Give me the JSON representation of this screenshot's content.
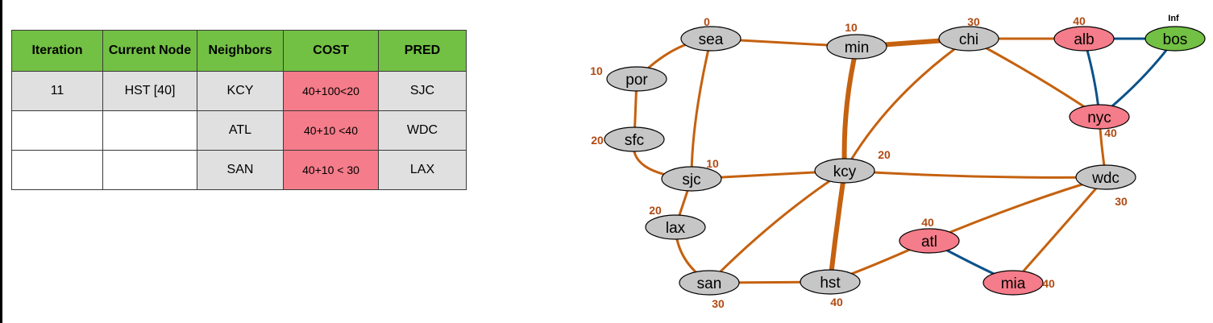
{
  "colors": {
    "header_green": "#72c044",
    "cell_gray": "#e0e0e0",
    "cost_red": "#f57c8a",
    "edge_orange": "#c5610f",
    "edge_blue": "#0b5289",
    "node_gray": "#c6c6c6",
    "node_red": "#f57c8a",
    "node_green": "#72c044",
    "dist_text": "#b14a12"
  },
  "table": {
    "headers": [
      "Iteration",
      "Current Node",
      "Neighbors",
      "COST",
      "PRED"
    ],
    "rows": [
      [
        "11",
        "HST [40]",
        "KCY",
        "40+100<20",
        "SJC"
      ],
      [
        "",
        "",
        "ATL",
        "40+10 <40",
        "WDC"
      ],
      [
        "",
        "",
        "SAN",
        "40+10 < 30",
        "LAX"
      ]
    ]
  },
  "graph": {
    "nodes": [
      {
        "id": "sea",
        "label": "sea",
        "distance": "0",
        "state": "gray"
      },
      {
        "id": "min",
        "label": "min",
        "distance": "10",
        "state": "gray"
      },
      {
        "id": "chi",
        "label": "chi",
        "distance": "30",
        "state": "gray"
      },
      {
        "id": "alb",
        "label": "alb",
        "distance": "40",
        "state": "red"
      },
      {
        "id": "bos",
        "label": "bos",
        "distance": "Inf",
        "state": "green"
      },
      {
        "id": "por",
        "label": "por",
        "distance": "10",
        "state": "gray"
      },
      {
        "id": "sfc",
        "label": "sfc",
        "distance": "20",
        "state": "gray"
      },
      {
        "id": "nyc",
        "label": "nyc",
        "distance": "40",
        "state": "red"
      },
      {
        "id": "sjc",
        "label": "sjc",
        "distance": "10",
        "state": "gray"
      },
      {
        "id": "kcy",
        "label": "kcy",
        "distance": "20",
        "state": "gray"
      },
      {
        "id": "wdc",
        "label": "wdc",
        "distance": "30",
        "state": "gray"
      },
      {
        "id": "lax",
        "label": "lax",
        "distance": "20",
        "state": "gray"
      },
      {
        "id": "atl",
        "label": "atl",
        "distance": "40",
        "state": "red"
      },
      {
        "id": "san",
        "label": "san",
        "distance": "30",
        "state": "gray"
      },
      {
        "id": "hst",
        "label": "hst",
        "distance": "40",
        "state": "gray"
      },
      {
        "id": "mia",
        "label": "mia",
        "distance": "40",
        "state": "red"
      }
    ],
    "edges": [
      {
        "from": "sea",
        "to": "min",
        "kind": "tree"
      },
      {
        "from": "min",
        "to": "chi",
        "kind": "tree-bold"
      },
      {
        "from": "chi",
        "to": "alb",
        "kind": "tree"
      },
      {
        "from": "alb",
        "to": "bos",
        "kind": "other"
      },
      {
        "from": "alb",
        "to": "nyc",
        "kind": "other"
      },
      {
        "from": "bos",
        "to": "nyc",
        "kind": "other"
      },
      {
        "from": "chi",
        "to": "nyc",
        "kind": "tree"
      },
      {
        "from": "sea",
        "to": "por",
        "kind": "tree"
      },
      {
        "from": "por",
        "to": "sfc",
        "kind": "tree"
      },
      {
        "from": "sfc",
        "to": "sjc",
        "kind": "tree"
      },
      {
        "from": "sea",
        "to": "sjc",
        "kind": "tree"
      },
      {
        "from": "min",
        "to": "kcy",
        "kind": "tree-bold"
      },
      {
        "from": "chi",
        "to": "kcy",
        "kind": "tree"
      },
      {
        "from": "sjc",
        "to": "kcy",
        "kind": "tree"
      },
      {
        "from": "kcy",
        "to": "wdc",
        "kind": "tree"
      },
      {
        "from": "nyc",
        "to": "wdc",
        "kind": "tree"
      },
      {
        "from": "sjc",
        "to": "lax",
        "kind": "tree"
      },
      {
        "from": "lax",
        "to": "san",
        "kind": "tree"
      },
      {
        "from": "san",
        "to": "kcy",
        "kind": "tree"
      },
      {
        "from": "san",
        "to": "hst",
        "kind": "tree"
      },
      {
        "from": "kcy",
        "to": "hst",
        "kind": "tree-bold"
      },
      {
        "from": "hst",
        "to": "atl",
        "kind": "tree"
      },
      {
        "from": "atl",
        "to": "wdc",
        "kind": "tree"
      },
      {
        "from": "atl",
        "to": "mia",
        "kind": "other"
      },
      {
        "from": "mia",
        "to": "wdc",
        "kind": "tree"
      }
    ]
  }
}
